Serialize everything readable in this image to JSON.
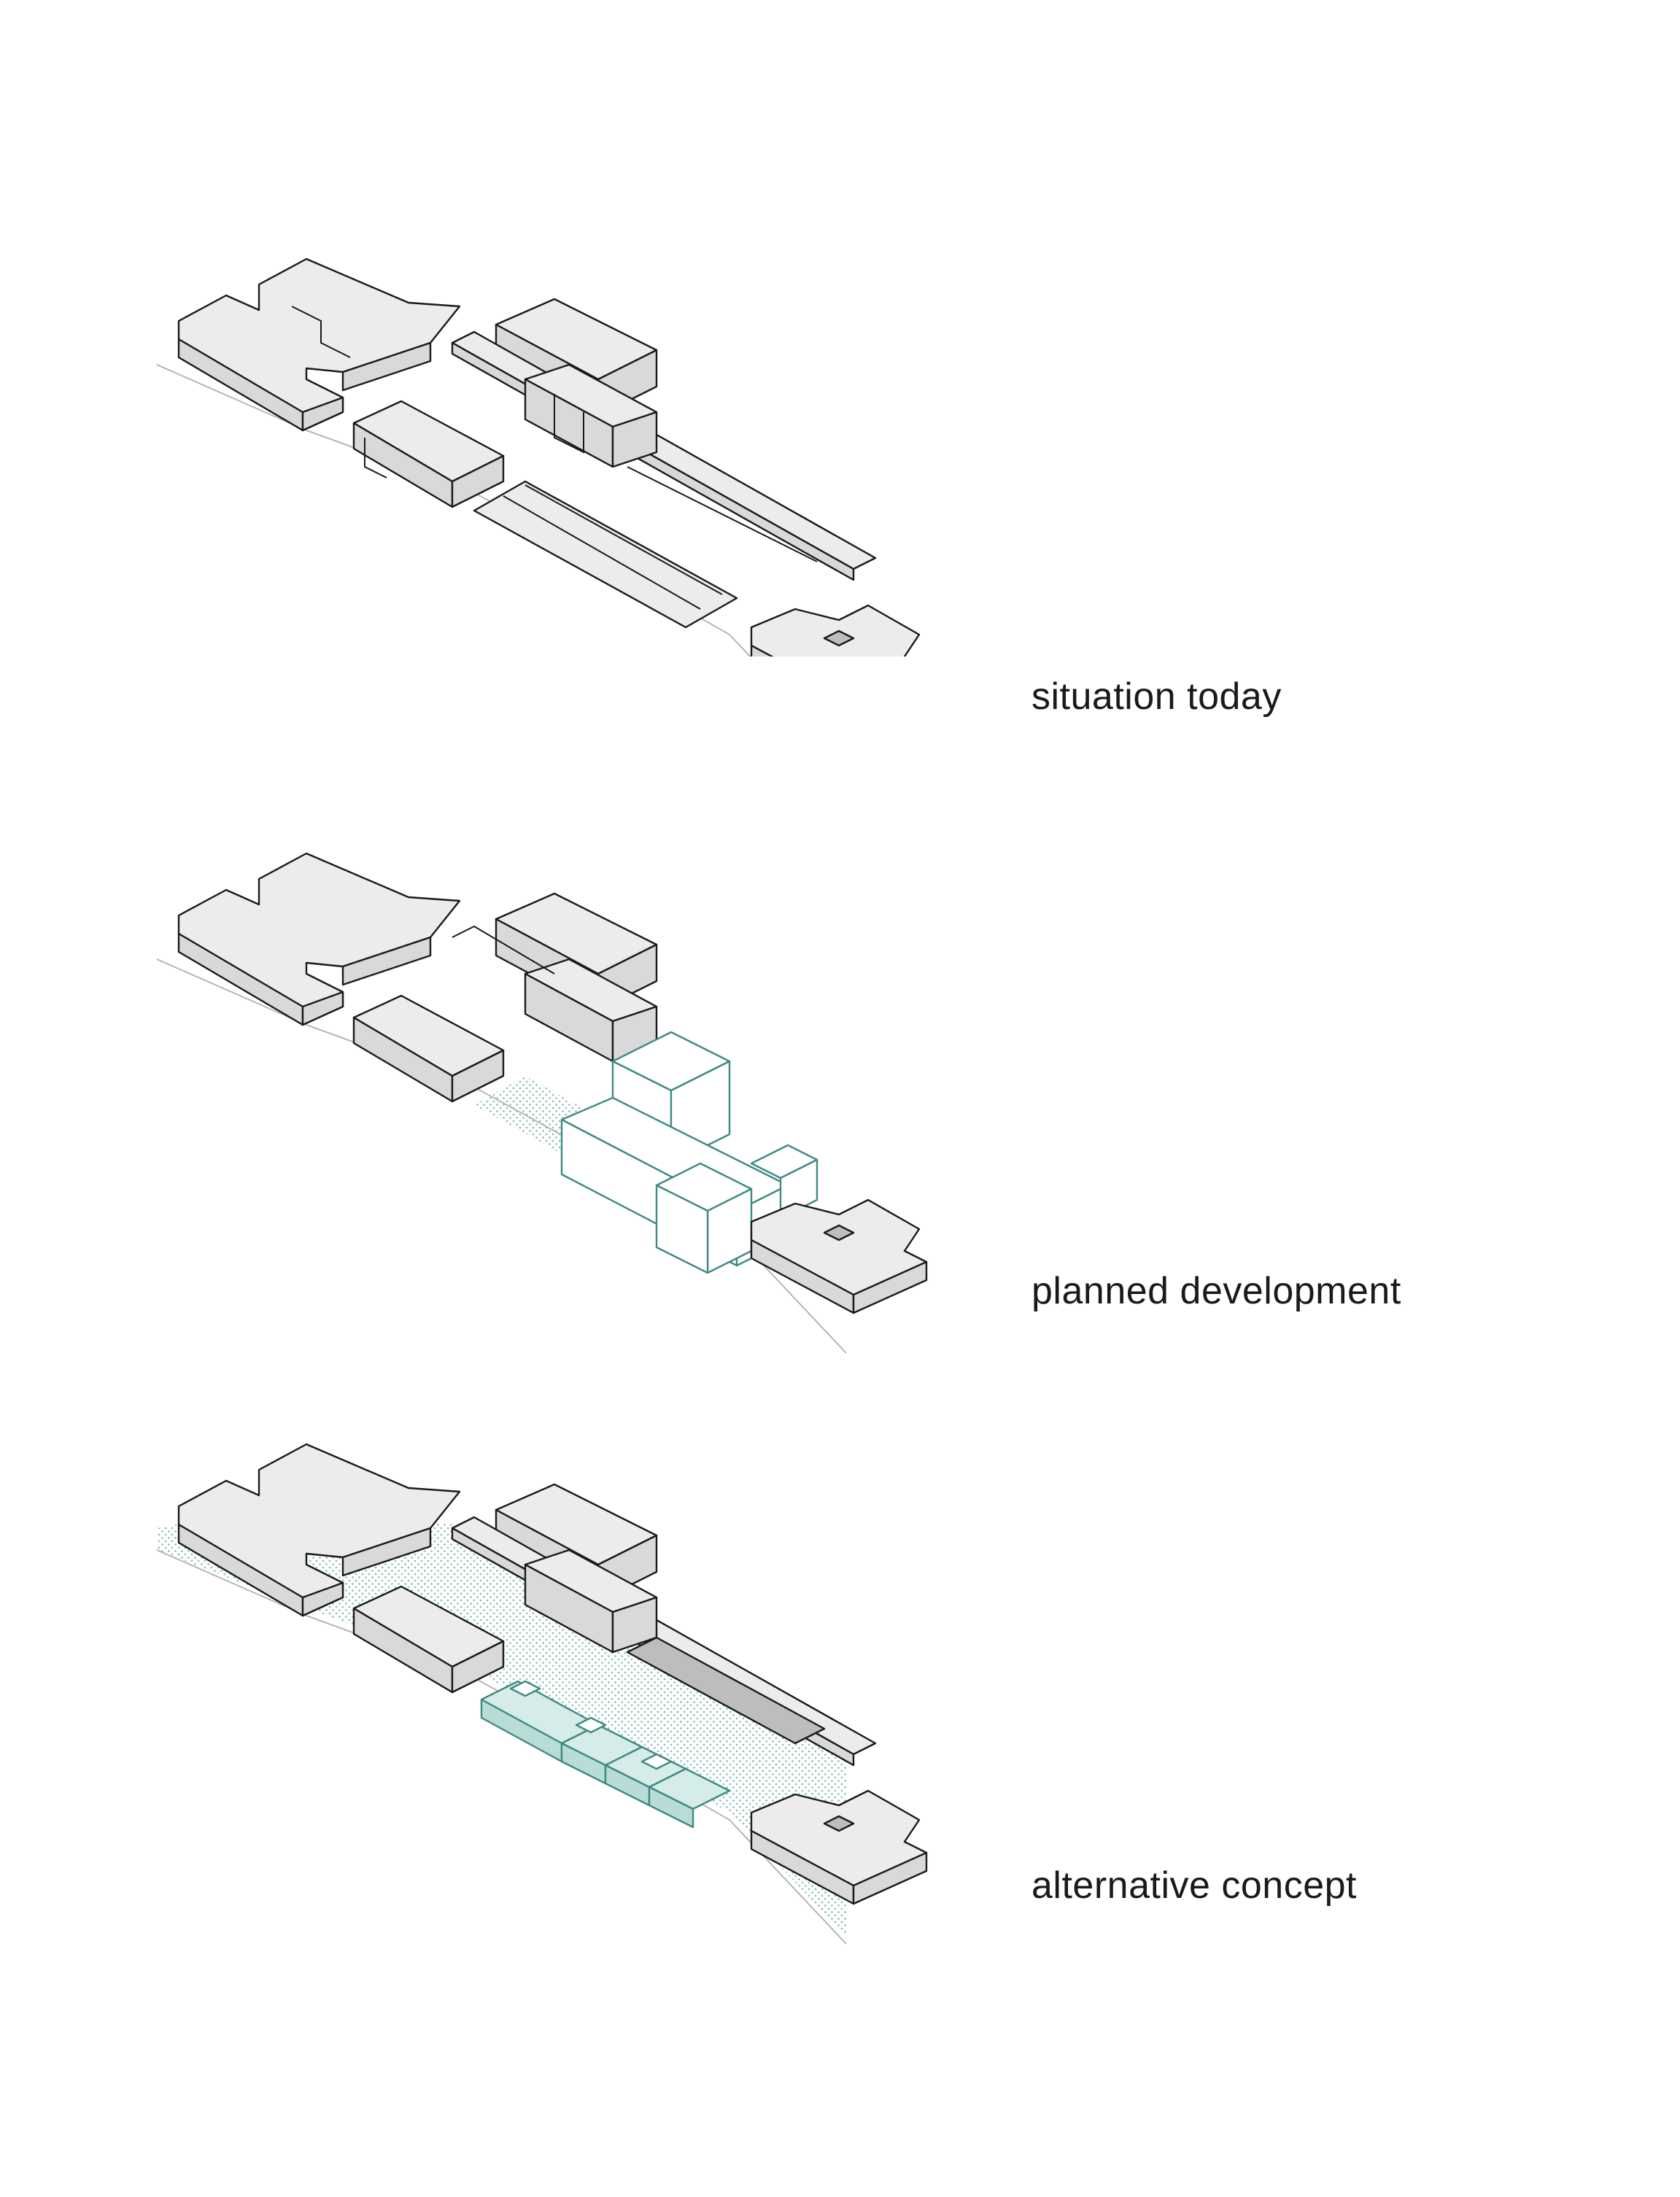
{
  "panels": [
    {
      "caption": "situation today"
    },
    {
      "caption": "planned development"
    },
    {
      "caption": "alternative concept"
    }
  ],
  "colors": {
    "building_fill": "#ececec",
    "outline": "#1a1a1a",
    "proposal_outline": "#3f8a85",
    "proposal_fill": "#d6ece8",
    "dot_texture": "#8fc3bd"
  }
}
